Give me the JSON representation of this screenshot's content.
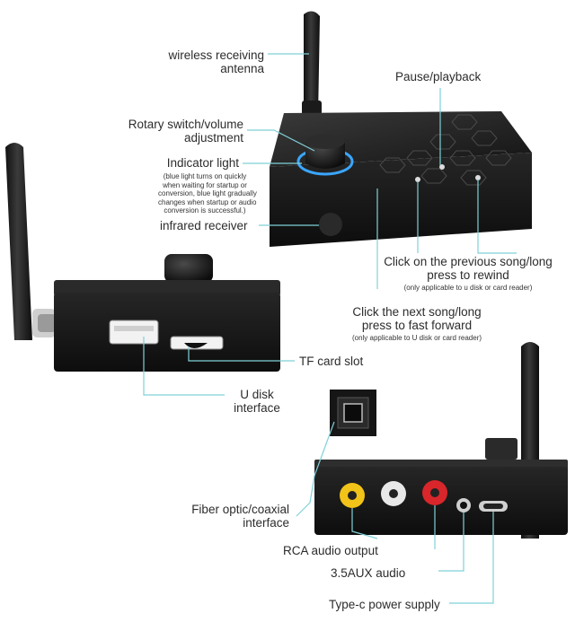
{
  "colors": {
    "device_body": "#1b1b1b",
    "device_edge": "#2e2e2e",
    "callout_line": "#7fd1d8",
    "indicator_ring": "#3aa6ff",
    "rca_yellow": "#f2c318",
    "rca_white": "#e8e8e8",
    "rca_red": "#d8262b"
  },
  "labels": {
    "antenna": [
      "wireless receiving",
      "antenna"
    ],
    "pause": "Pause/playback",
    "rotary": [
      "Rotary switch/volume",
      "adjustment"
    ],
    "indicator_title": "Indicator light",
    "indicator_note": [
      "(blue light turns on quickly",
      "when waiting for startup or",
      "conversion, blue light gradually",
      "changes when startup or audio",
      "conversion is successful.)"
    ],
    "infrared": "infrared receiver",
    "previous": [
      "Click on the previous song/long",
      "press to rewind"
    ],
    "previous_note": "(only applicable to u disk or card reader)",
    "next": [
      "Click the next song/long",
      "press to fast forward"
    ],
    "next_note": "(only applicable to U disk or card reader)",
    "tf_card": "TF card slot",
    "u_disk": [
      "U disk",
      "interface"
    ],
    "fiber": [
      "Fiber optic/coaxial",
      "interface"
    ],
    "rca": "RCA audio output",
    "aux": "3.5AUX audio",
    "typec": "Type-c power supply"
  },
  "icons": {
    "device_top": "receiver-device-top-view",
    "device_side": "receiver-device-side-view",
    "device_back": "receiver-device-back-view",
    "antenna": "antenna-icon",
    "knob": "rotary-knob-icon",
    "usb_port": "usb-port-icon",
    "tf_slot": "tf-card-slot-icon",
    "optical_port": "optical-port-icon",
    "rca_jacks": "rca-jack-icon",
    "aux_jack": "aux-jack-icon",
    "typec_port": "usb-c-port-icon"
  }
}
